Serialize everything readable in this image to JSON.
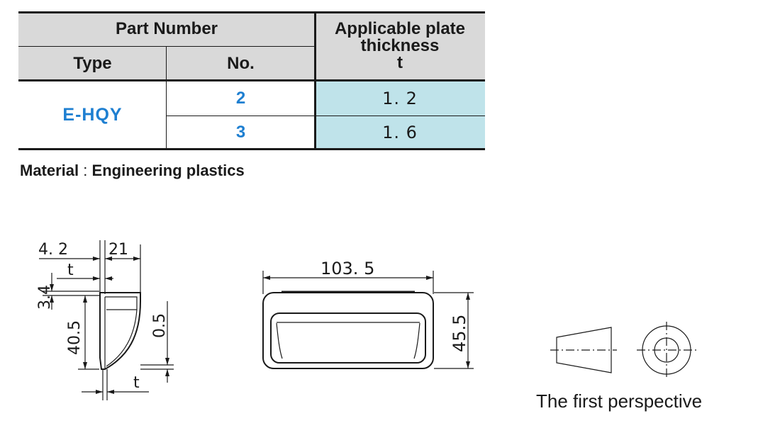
{
  "table": {
    "part_number_header": "Part Number",
    "type_header": "Type",
    "no_header": "No.",
    "thickness_header_line1": "Applicable plate",
    "thickness_header_line2": "thickness",
    "thickness_header_symbol": "t",
    "type_value": "E-HQY",
    "rows": [
      {
        "no": "2",
        "thickness": "1. 2"
      },
      {
        "no": "3",
        "thickness": "1. 6"
      }
    ]
  },
  "material": {
    "label": "Material",
    "separator": ":",
    "value": "Engineering plastics"
  },
  "side_view": {
    "dim_4_2": "4. 2",
    "dim_21": "21",
    "dim_t_top": "t",
    "dim_3_4": "3.4",
    "dim_40_5": "40.5",
    "dim_0_5": "0.5",
    "dim_t_bottom": "t"
  },
  "front_view": {
    "dim_width": "103. 5",
    "dim_height": "45.5"
  },
  "projection_symbol": {
    "label": "The first perspective"
  },
  "colors": {
    "header_bg": "#d9d9d9",
    "value_bg": "#bfe3ea",
    "blue_text": "#1e7fd1"
  }
}
